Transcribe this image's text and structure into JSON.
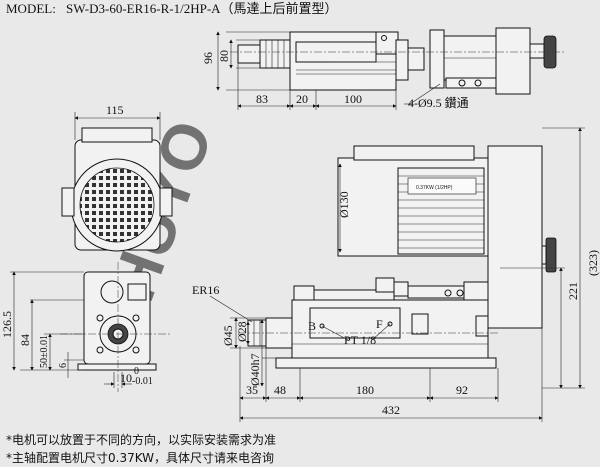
{
  "title": {
    "model_label": "MODEL:",
    "model_text": "SW-D3-60-ER16-R-1/2HP-A（馬達上后前置型）"
  },
  "watermark": "HUYO",
  "top_view": {
    "dim_height_outer": "96",
    "dim_height_inner": "80",
    "dim_83": "83",
    "dim_20": "20",
    "dim_100": "100",
    "hole_note": "4-Ø9.5 鑽通"
  },
  "end_view": {
    "dim_width": "115",
    "dim_126_5": "126.5",
    "dim_84": "84",
    "dim_50": "50±0.01",
    "dim_6": "6",
    "dim_10_base": "10",
    "dim_10_sup": "0",
    "dim_10_sub": "-0.01"
  },
  "side_view": {
    "motor_label": "0.37KW (1/2HP)",
    "dia_130": "Ø130",
    "dim_323": "(323)",
    "dim_221": "221",
    "er16_label": "ER16",
    "dia_45": "Ø45",
    "dia_28": "Ø28",
    "dia_40": "Ø40h7",
    "port_b": "B",
    "port_f": "F",
    "port_pt": "PT 1/8",
    "dim_35": "35",
    "dim_48": "48",
    "dim_180": "180",
    "dim_92": "92",
    "dim_432": "432"
  },
  "notes": [
    "*电机可以放置于不同的方向，以实际安装需求为准",
    "*主轴配置电机尺寸0.37KW，具体尺寸请来电咨询"
  ]
}
